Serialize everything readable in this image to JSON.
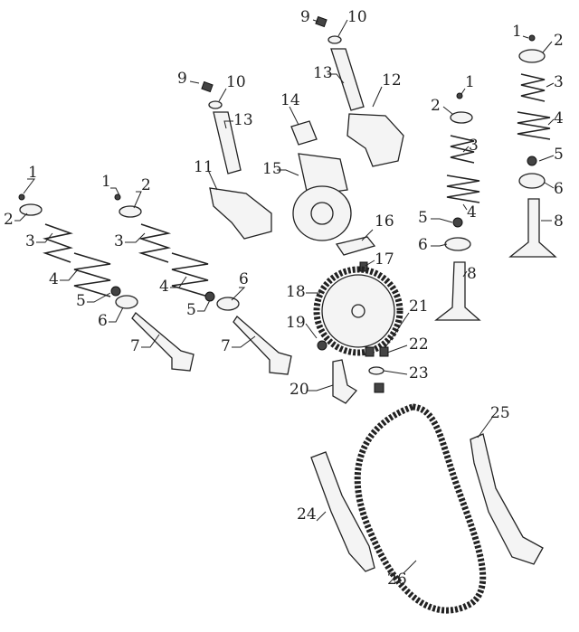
{
  "callouts": [
    {
      "id": "a-1",
      "text": "1"
    },
    {
      "id": "a-2",
      "text": "2"
    },
    {
      "id": "a-3",
      "text": "3"
    },
    {
      "id": "a-4",
      "text": "4"
    },
    {
      "id": "a-5",
      "text": "5"
    },
    {
      "id": "a-6",
      "text": "6"
    },
    {
      "id": "a-7",
      "text": "7"
    },
    {
      "id": "b-1",
      "text": "1"
    },
    {
      "id": "b-2",
      "text": "2"
    },
    {
      "id": "b-3",
      "text": "3"
    },
    {
      "id": "b-4",
      "text": "4"
    },
    {
      "id": "b-5",
      "text": "5"
    },
    {
      "id": "b-6",
      "text": "6"
    },
    {
      "id": "b-7",
      "text": "7"
    },
    {
      "id": "c-9",
      "text": "9"
    },
    {
      "id": "c-10",
      "text": "10"
    },
    {
      "id": "c-13",
      "text": "13"
    },
    {
      "id": "c-11",
      "text": "11"
    },
    {
      "id": "d-9",
      "text": "9"
    },
    {
      "id": "d-10",
      "text": "10"
    },
    {
      "id": "d-13",
      "text": "13"
    },
    {
      "id": "d-12",
      "text": "12"
    },
    {
      "id": "e-14",
      "text": "14"
    },
    {
      "id": "e-15",
      "text": "15"
    },
    {
      "id": "f-1",
      "text": "1"
    },
    {
      "id": "f-2",
      "text": "2"
    },
    {
      "id": "f-3",
      "text": "3"
    },
    {
      "id": "f-4",
      "text": "4"
    },
    {
      "id": "f-5",
      "text": "5"
    },
    {
      "id": "f-6",
      "text": "6"
    },
    {
      "id": "f-8",
      "text": "8"
    },
    {
      "id": "g-1",
      "text": "1"
    },
    {
      "id": "g-2",
      "text": "2"
    },
    {
      "id": "g-3",
      "text": "3"
    },
    {
      "id": "g-4",
      "text": "4"
    },
    {
      "id": "g-5",
      "text": "5"
    },
    {
      "id": "g-6",
      "text": "6"
    },
    {
      "id": "g-8",
      "text": "8"
    },
    {
      "id": "h-16",
      "text": "16"
    },
    {
      "id": "h-17",
      "text": "17"
    },
    {
      "id": "h-18",
      "text": "18"
    },
    {
      "id": "h-19",
      "text": "19"
    },
    {
      "id": "h-20",
      "text": "20"
    },
    {
      "id": "h-21",
      "text": "21"
    },
    {
      "id": "h-22",
      "text": "22"
    },
    {
      "id": "h-23",
      "text": "23"
    },
    {
      "id": "i-24",
      "text": "24"
    },
    {
      "id": "i-25",
      "text": "25"
    },
    {
      "id": "i-26",
      "text": "26"
    }
  ]
}
